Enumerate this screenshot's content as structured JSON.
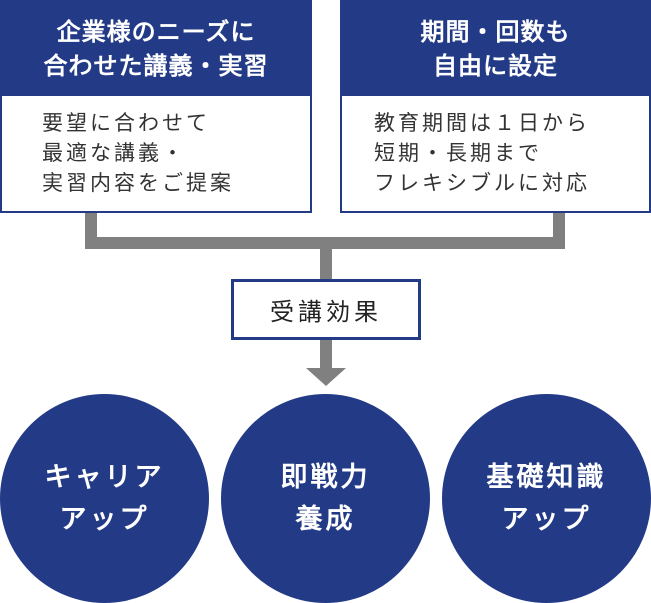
{
  "top_left": {
    "header_lines": [
      "企業様のニーズに",
      "合わせた講義・実習"
    ],
    "body_lines": [
      "要望に合わせて",
      "最適な講義・",
      "実習内容をご提案"
    ]
  },
  "top_right": {
    "header_lines": [
      "期間・回数も",
      "自由に設定"
    ],
    "body_lines": [
      "教育期間は１日から",
      "短期・長期まで",
      "フレキシブルに対応"
    ]
  },
  "effect_label": "受講効果",
  "outcomes": [
    {
      "lines": [
        "キャリア",
        "アップ"
      ]
    },
    {
      "lines": [
        "即戦力",
        "養成"
      ]
    },
    {
      "lines": [
        "基礎知識",
        "アップ"
      ]
    }
  ],
  "colors": {
    "navy": "#233a86",
    "connector_gray": "#808080"
  }
}
